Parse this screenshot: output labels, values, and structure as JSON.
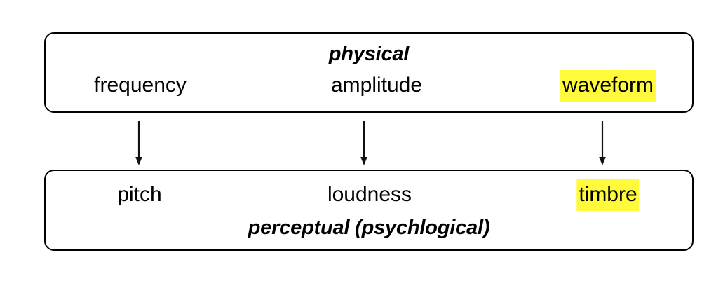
{
  "diagram": {
    "title_hidden": "",
    "levels": [
      {
        "id": "physical",
        "label": "physical",
        "label_position": "top",
        "attributes": [
          {
            "label": "frequency",
            "highlighted": false
          },
          {
            "label": "amplitude",
            "highlighted": false
          },
          {
            "label": "waveform",
            "highlighted": true
          }
        ]
      },
      {
        "id": "perceptual",
        "label": "perceptual (psychlogical)",
        "label_position": "bottom",
        "attributes": [
          {
            "label": "pitch",
            "highlighted": false
          },
          {
            "label": "loudness",
            "highlighted": false
          },
          {
            "label": "timbre",
            "highlighted": true
          }
        ]
      }
    ],
    "arrows": [
      {
        "from": "frequency",
        "to": "pitch",
        "direction": "down"
      },
      {
        "from": "amplitude",
        "to": "loudness",
        "direction": "down"
      },
      {
        "from": "waveform",
        "to": "timbre",
        "direction": "down"
      }
    ],
    "colors": {
      "highlight": "#fffb3a",
      "border": "#000000",
      "text": "#000000",
      "background": "#ffffff"
    }
  }
}
